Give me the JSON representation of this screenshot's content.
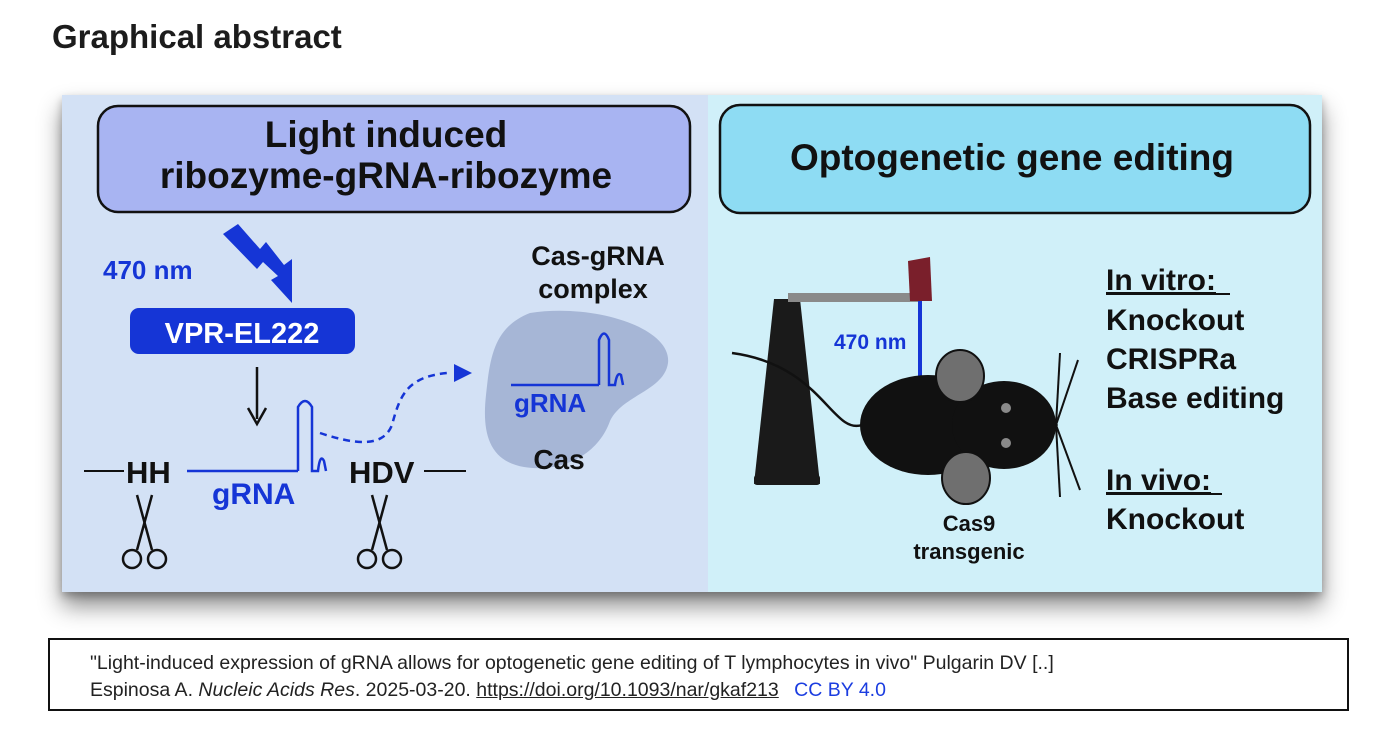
{
  "heading": "Graphical abstract",
  "figure": {
    "left_panel": {
      "title_line1": "Light induced",
      "title_line2": "ribozyme-gRNA-ribozyme",
      "wavelength": "470 nm",
      "activator": "VPR-EL222",
      "complex_label_line1": "Cas-gRNA",
      "complex_label_line2": "complex",
      "complex_grna": "gRNA",
      "complex_cas": "Cas",
      "left_ribozyme": "HH",
      "right_ribozyme": "HDV",
      "grna_label": "gRNA"
    },
    "right_panel": {
      "title": "Optogenetic gene editing",
      "wavelength": "470 nm",
      "mouse_label_line1": "Cas9",
      "mouse_label_line2": "transgenic",
      "in_vitro_heading": "In vitro:",
      "in_vitro_items": [
        "Knockout",
        "CRISPRa",
        "Base editing"
      ],
      "in_vivo_heading": "In vivo:",
      "in_vivo_items": [
        "Knockout"
      ]
    },
    "colors": {
      "left_bg": "#d3e1f5",
      "right_bg": "#d0f0f9",
      "left_title_bg": "#a8b4f2",
      "right_title_bg": "#8edcf3",
      "accent_blue": "#1535d6",
      "blob": "#a6b6d6",
      "laser_head": "#7a1f2b"
    }
  },
  "caption": {
    "text_line1": "\"Light-induced expression of gRNA allows for optogenetic gene editing of T lymphocytes in vivo\" Pulgarin DV [..]",
    "authors_end": "Espinosa A.",
    "journal": "Nucleic Acids Res",
    "date": ". 2025-03-20.",
    "doi": "https://doi.org/10.1093/nar/gkaf213",
    "license": "CC BY 4.0"
  }
}
